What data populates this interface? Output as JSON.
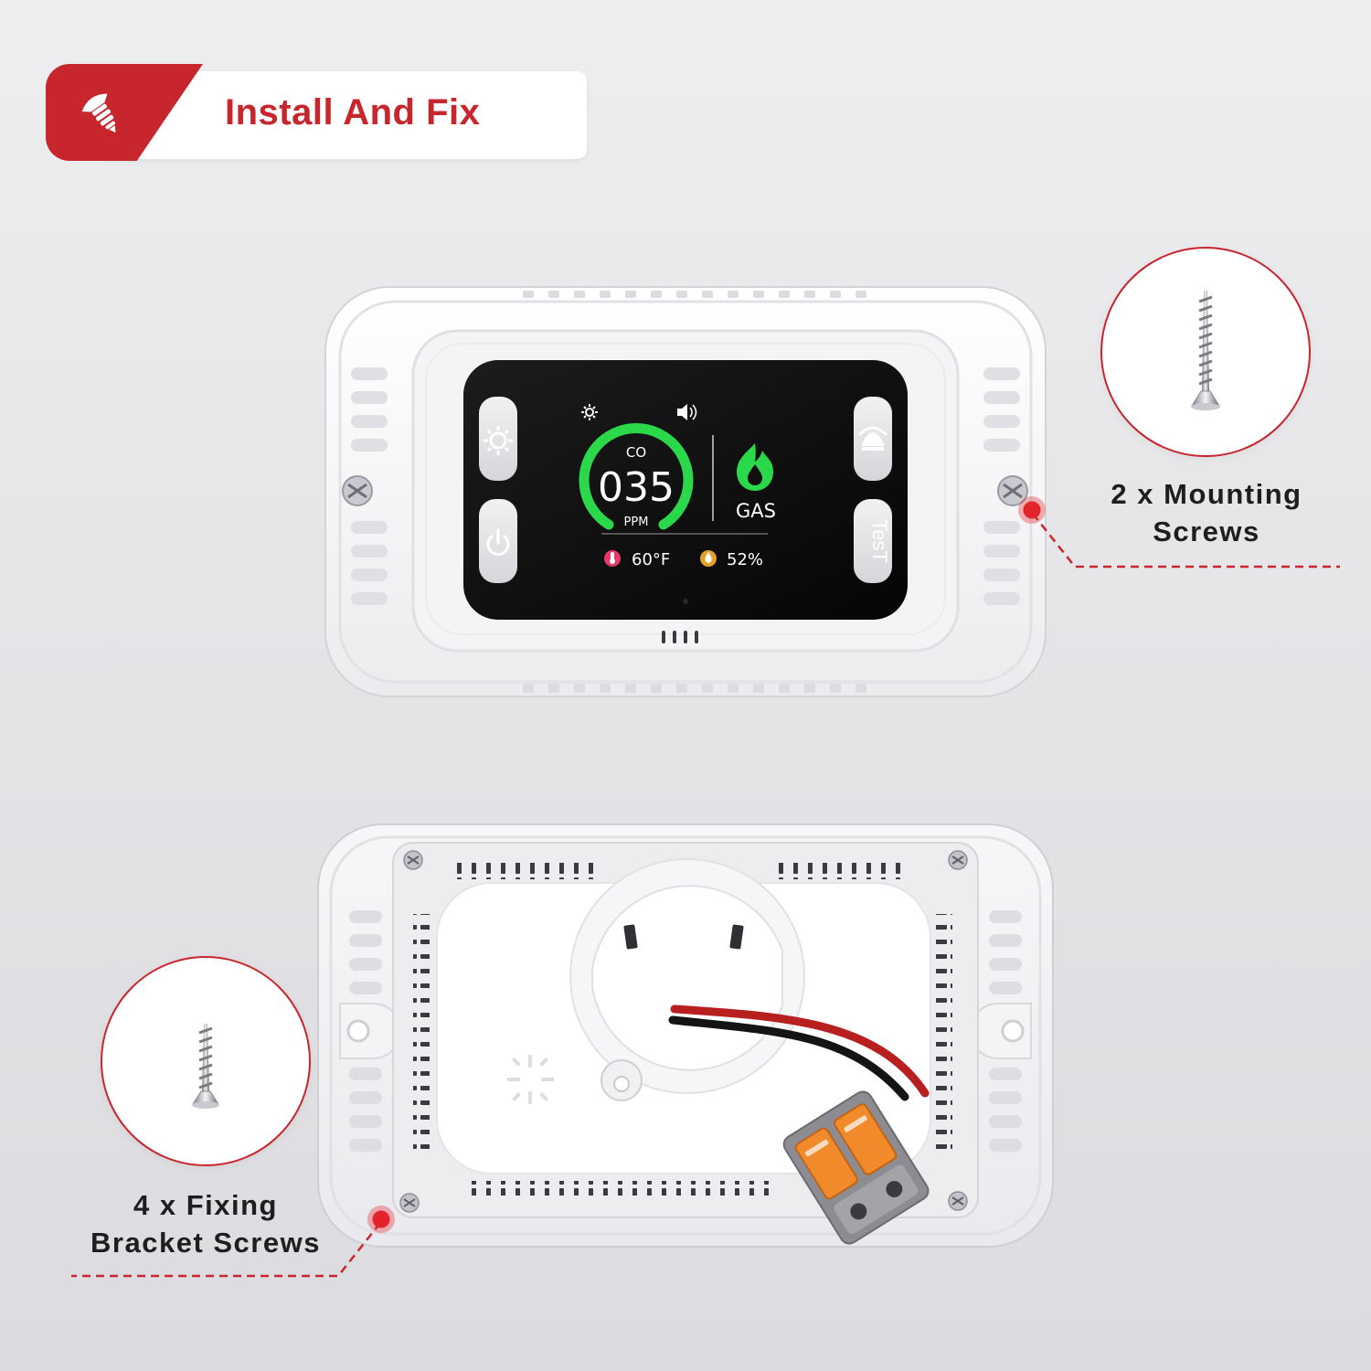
{
  "header": {
    "title": "Install And Fix",
    "icon": "screw-icon"
  },
  "colors": {
    "accent": "#c8262d",
    "ring_green": "#2bd84a",
    "flame_green": "#2bd84a"
  },
  "detector_display": {
    "gas_type": "CO",
    "reading": "035",
    "unit": "PPM",
    "alarm_label": "GAS",
    "temperature": "60°F",
    "humidity": "52%",
    "test_button_label": "TesT",
    "icons": [
      "brightness-icon",
      "volume-icon",
      "light-button-icon",
      "power-button-icon",
      "alarm-button-icon",
      "flame-icon",
      "thermometer-icon",
      "humidity-icon"
    ]
  },
  "callouts": {
    "mounting": {
      "line1": "2 x Mounting",
      "line2": "Screws",
      "icon": "screw-icon"
    },
    "fixing": {
      "line1": "4 x Fixing",
      "line2": "Bracket Screws",
      "icon": "screw-icon"
    }
  }
}
